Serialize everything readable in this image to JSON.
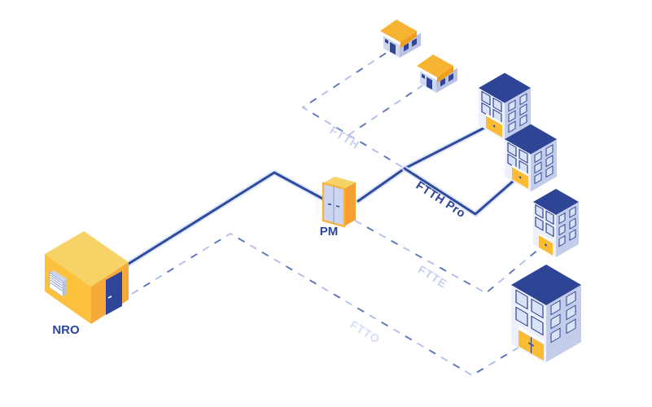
{
  "diagram": {
    "description": "Isometric fiber optic network topology from central office to premises",
    "labels": {
      "central_office": "NRO",
      "distribution_point": "PM",
      "ftth": "FTTH",
      "ftth_pro": "FTTH Pro",
      "ftte": "FTTE",
      "ftto": "FTTO"
    },
    "nodes": [
      {
        "id": "nro",
        "label": "NRO",
        "type": "central-office-shed"
      },
      {
        "id": "pm",
        "label": "PM",
        "type": "street-cabinet"
      },
      {
        "id": "house-1",
        "type": "detached-house"
      },
      {
        "id": "house-2",
        "type": "detached-house"
      },
      {
        "id": "apartment-1",
        "type": "apartment-building"
      },
      {
        "id": "apartment-2",
        "type": "apartment-building"
      },
      {
        "id": "enterprise-building",
        "type": "office-building"
      },
      {
        "id": "office-building",
        "type": "large-office-building"
      }
    ],
    "connections": [
      {
        "from": "nro",
        "to": "pm",
        "style": "solid"
      },
      {
        "from": "pm",
        "to": "apartment-1",
        "style": "solid",
        "label": "FTTH Pro"
      },
      {
        "from": "pm",
        "to": "apartment-2",
        "style": "solid",
        "label": "FTTH Pro"
      },
      {
        "from": "pm",
        "to": "house-1",
        "style": "dashed",
        "label": "FTTH"
      },
      {
        "from": "pm",
        "to": "house-2",
        "style": "dashed",
        "label": "FTTH"
      },
      {
        "from": "pm",
        "to": "enterprise-building",
        "style": "dashed",
        "label": "FTTE"
      },
      {
        "from": "nro",
        "to": "office-building",
        "style": "dashed",
        "label": "FTTO"
      }
    ]
  },
  "palette": {
    "line_solid": "#2e4b9e",
    "line_glow": "#dde4f7",
    "dash_light": "#aebdea",
    "dash_dark": "#5b73b9",
    "label_navy": "#2c459c",
    "label_light": "#c7d1ee",
    "label_lighter": "#d7dff6",
    "roof_navy": "#2e4494",
    "wall_light": "#eef1fb",
    "wall_shade": "#c3cce9",
    "pane": "#d9e2f6",
    "door_yellow": "#fbbc34",
    "door_navy": "#2e4598",
    "nro_top": "#f7d367",
    "nro_left": "#fcc23d",
    "nro_right": "#f7a93a",
    "house_roof": "#f7b433",
    "house_roof_dark": "#ef9e1e",
    "house_wall_light": "#cfd7f1",
    "house_wall_shade": "#b7c2e6",
    "cabinet_blue": "#ccd5f0",
    "cabinet_orange": "#f5a030",
    "bg": "#ffffff"
  }
}
